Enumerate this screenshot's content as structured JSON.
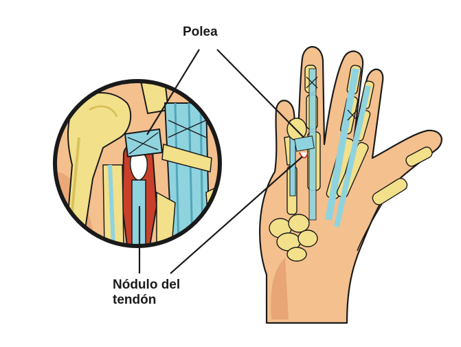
{
  "labels": {
    "polea": "Polea",
    "nodulo_line1": "Nódulo del",
    "nodulo_line2": "tendón"
  },
  "colors": {
    "skin": "#f4c08e",
    "skin_shadow": "#e29a6b",
    "skin_dark": "#d57a4f",
    "bone": "#f2e08a",
    "bone_shadow": "#d9c15c",
    "tendon": "#8fd3df",
    "tendon_dark": "#4fa6b8",
    "outline": "#1a1a1a",
    "inflamed": "#c8402a"
  }
}
